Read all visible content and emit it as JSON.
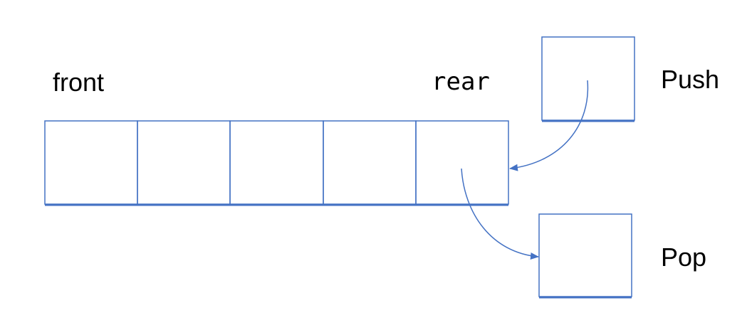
{
  "labels": {
    "front": "front",
    "rear": "rear",
    "push": "Push",
    "pop": "Pop"
  },
  "colors": {
    "stroke": "#4472C4",
    "text": "#000000",
    "background": "#FFFFFF"
  },
  "queue": {
    "cell_count": 5
  }
}
